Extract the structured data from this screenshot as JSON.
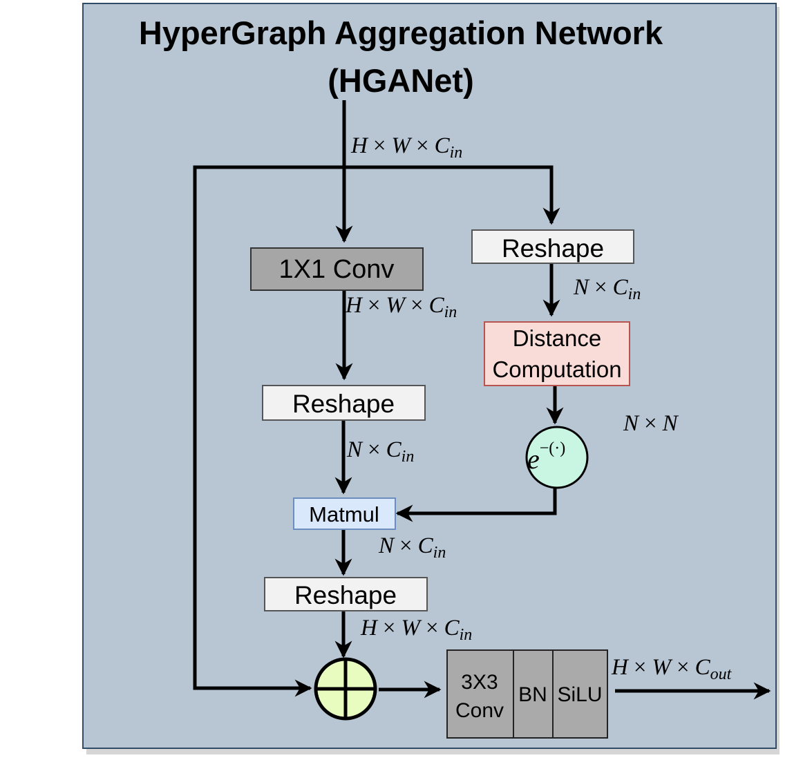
{
  "title": {
    "line1": "HyperGraph Aggregation Network",
    "line2": "(HGANet)"
  },
  "blocks": {
    "conv1x1": "1X1 Conv",
    "reshape_right": "Reshape",
    "reshape_left": "Reshape",
    "distance_line1": "Distance",
    "distance_line2": "Computation",
    "matmul": "Matmul",
    "reshape_bottom": "Reshape",
    "conv3x3_line1": "3X3",
    "conv3x3_line2": "Conv",
    "bn": "BN",
    "silu": "SiLU"
  },
  "exp_node": {
    "base": "e",
    "exponent": "−(·)"
  },
  "shapes": {
    "input": {
      "a": "H",
      "b": "W",
      "c": "C",
      "sub": "in"
    },
    "after_conv1x1": {
      "a": "H",
      "b": "W",
      "c": "C",
      "sub": "in"
    },
    "after_reshape_right": {
      "a": "N",
      "c": "C",
      "sub": "in"
    },
    "distance_output": {
      "a": "N",
      "c": "N"
    },
    "after_reshape_left": {
      "a": "N",
      "c": "C",
      "sub": "in"
    },
    "after_matmul": {
      "a": "N",
      "c": "C",
      "sub": "in"
    },
    "after_reshape_bottom": {
      "a": "H",
      "b": "W",
      "c": "C",
      "sub": "in"
    },
    "output": {
      "a": "H",
      "b": "W",
      "c": "C",
      "sub": "out"
    }
  },
  "symbols": {
    "times": "×"
  },
  "colors": {
    "panel_bg": "#b8c6d4",
    "panel_border": "#2f4b66",
    "conv1x1_fill": "#a6a6a6",
    "reshape_fill": "#f2f2f2",
    "distance_fill": "#f9dcd8",
    "distance_border": "#b85450",
    "matmul_fill": "#dae8fc",
    "matmul_border": "#6c8ebf",
    "exp_fill": "#c9f5e3",
    "add_fill": "#e8fcc0",
    "conv3x3_fill": "#aaaaaa"
  }
}
